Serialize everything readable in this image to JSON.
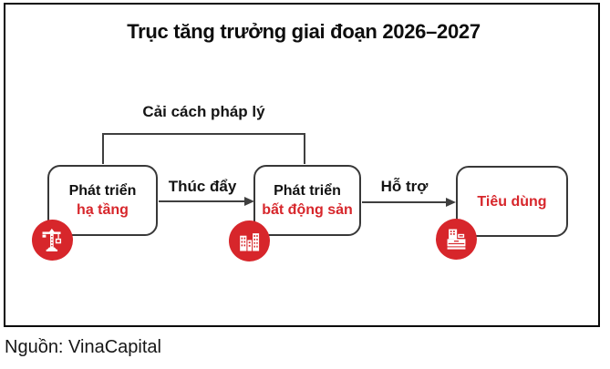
{
  "title": "Trục tăng trưởng giai đoạn 2026–2027",
  "bracket": {
    "label": "Cải cách pháp lý"
  },
  "nodes": [
    {
      "top_text": "Phát triển",
      "bottom_text": "hạ tầng",
      "icon": "crane-icon"
    },
    {
      "top_text": "Phát triển",
      "bottom_text": "bất động sản",
      "icon": "buildings-icon"
    },
    {
      "text": "Tiêu dùng",
      "icon": "cash-register-icon"
    }
  ],
  "arrows": [
    {
      "label": "Thúc đẩy"
    },
    {
      "label": "Hỗ trợ"
    }
  ],
  "source": "Nguồn: VinaCapital",
  "colors": {
    "accent_red": "#d7262b",
    "line": "#3f3f3f"
  }
}
